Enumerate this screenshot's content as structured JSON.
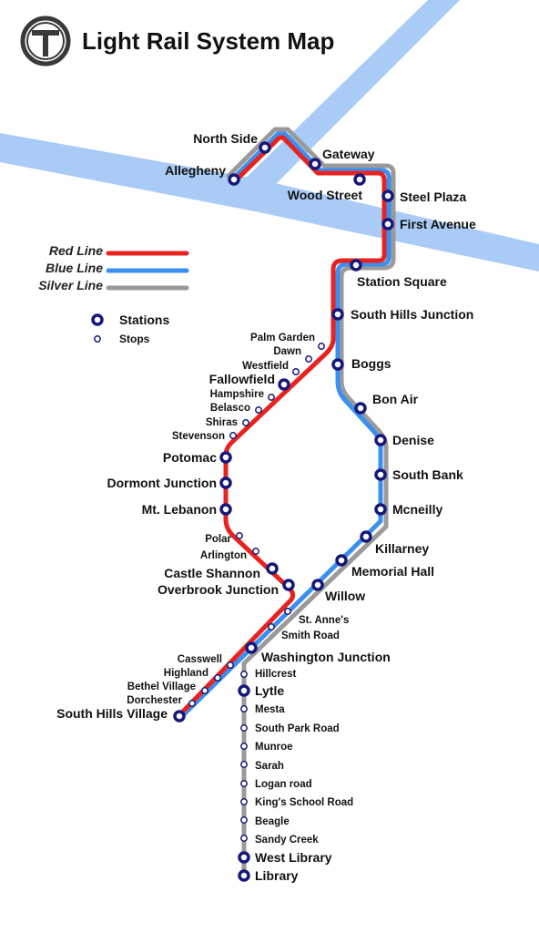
{
  "title": "Light Rail System Map",
  "logo": {
    "icon": "transit-t-logo",
    "color": "#3a3a3a"
  },
  "colors": {
    "red_line": "#e8231f",
    "blue_line": "#3b8ff0",
    "silver_line": "#9a9a9a",
    "river": "#a9cbf5",
    "station_stroke": "#15187a"
  },
  "legend": {
    "lines": [
      {
        "name": "Red Line",
        "color": "#e8231f"
      },
      {
        "name": "Blue Line",
        "color": "#3b8ff0"
      },
      {
        "name": "Silver Line",
        "color": "#9a9a9a"
      }
    ],
    "station_label": "Stations",
    "stop_label": "Stops"
  },
  "stations": [
    "North Side",
    "Allegheny",
    "Gateway",
    "Wood Street",
    "Steel Plaza",
    "First Avenue",
    "Station Square",
    "South Hills Junction",
    "Fallowfield",
    "Boggs",
    "Bon Air",
    "Denise",
    "Potomac",
    "Dormont Junction",
    "South Bank",
    "Mt. Lebanon",
    "Mcneilly",
    "Killarney",
    "Castle Shannon",
    "Memorial Hall",
    "Overbrook Junction",
    "Willow",
    "Washington Junction",
    "South Hills Village",
    "Lytle",
    "West Library",
    "Library"
  ],
  "stops": [
    "Palm Garden",
    "Dawn",
    "Westfield",
    "Hampshire",
    "Belasco",
    "Shiras",
    "Stevenson",
    "Polar",
    "Arlington",
    "St. Anne's",
    "Smith Road",
    "Casswell",
    "Hillcrest",
    "Highland",
    "Bethel Village",
    "Dorchester",
    "Mesta",
    "South Park Road",
    "Munroe",
    "Sarah",
    "Logan road",
    "King's School Road",
    "Beagle",
    "Sandy Creek"
  ]
}
